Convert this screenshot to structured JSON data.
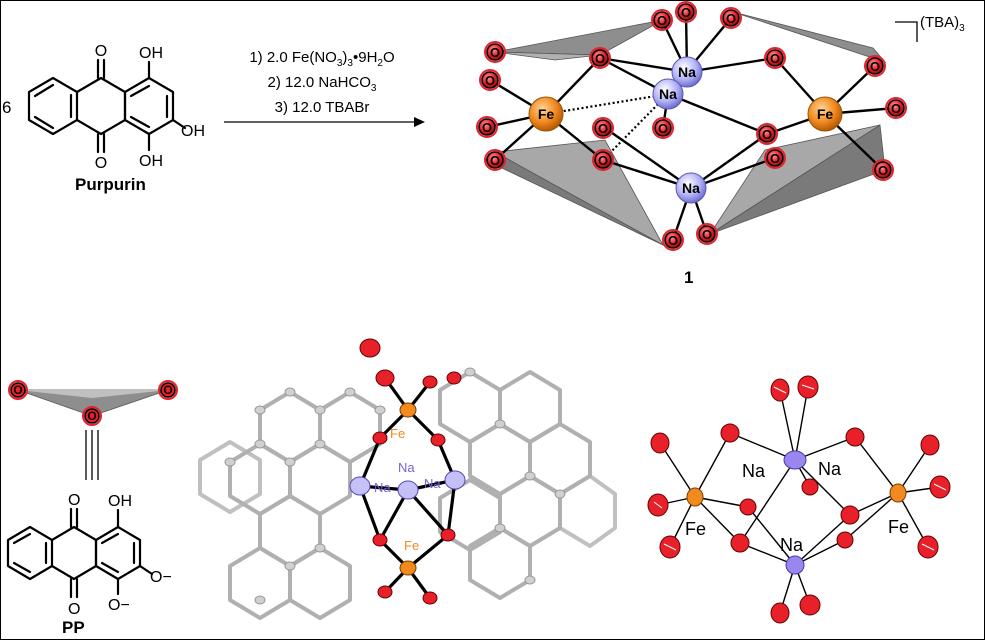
{
  "scheme": {
    "coefficient": "6",
    "reactant_name": "Purpurin",
    "reactant_groups": {
      "oh_top": "OH",
      "oh_right": "OH",
      "oh_bottom": "OH",
      "o_top": "O",
      "o_bottom": "O"
    },
    "conditions": [
      "1) 2.0 Fe(NO3)3•9H2O",
      "2) 12.0 NaHCO3",
      "3) 12.0 TBABr"
    ],
    "counterion": "(TBA)3",
    "compound_label": "1"
  },
  "cluster_atoms": {
    "fe": "Fe",
    "na": "Na",
    "o": "O"
  },
  "ligand": {
    "name": "PP",
    "groups": {
      "o_top": "O",
      "oh": "OH",
      "o_bottom": "O",
      "o_minus_1": "O−",
      "o_minus_2": "O−"
    },
    "equivalence": "≡"
  },
  "crystal_labels": [
    "Fe",
    "Na",
    "Na",
    "Na",
    "Fe"
  ],
  "ortep_labels": [
    "Na",
    "Na",
    "Fe",
    "Fe",
    "Na"
  ],
  "colors": {
    "oxygen": "#e8202a",
    "iron": "#f28a1e",
    "sodium": "#a9a9f5",
    "sodium_dark": "#7a62d8",
    "polyhedron": "#8c8c8c",
    "carbon_gray": "#b5b5b5"
  }
}
